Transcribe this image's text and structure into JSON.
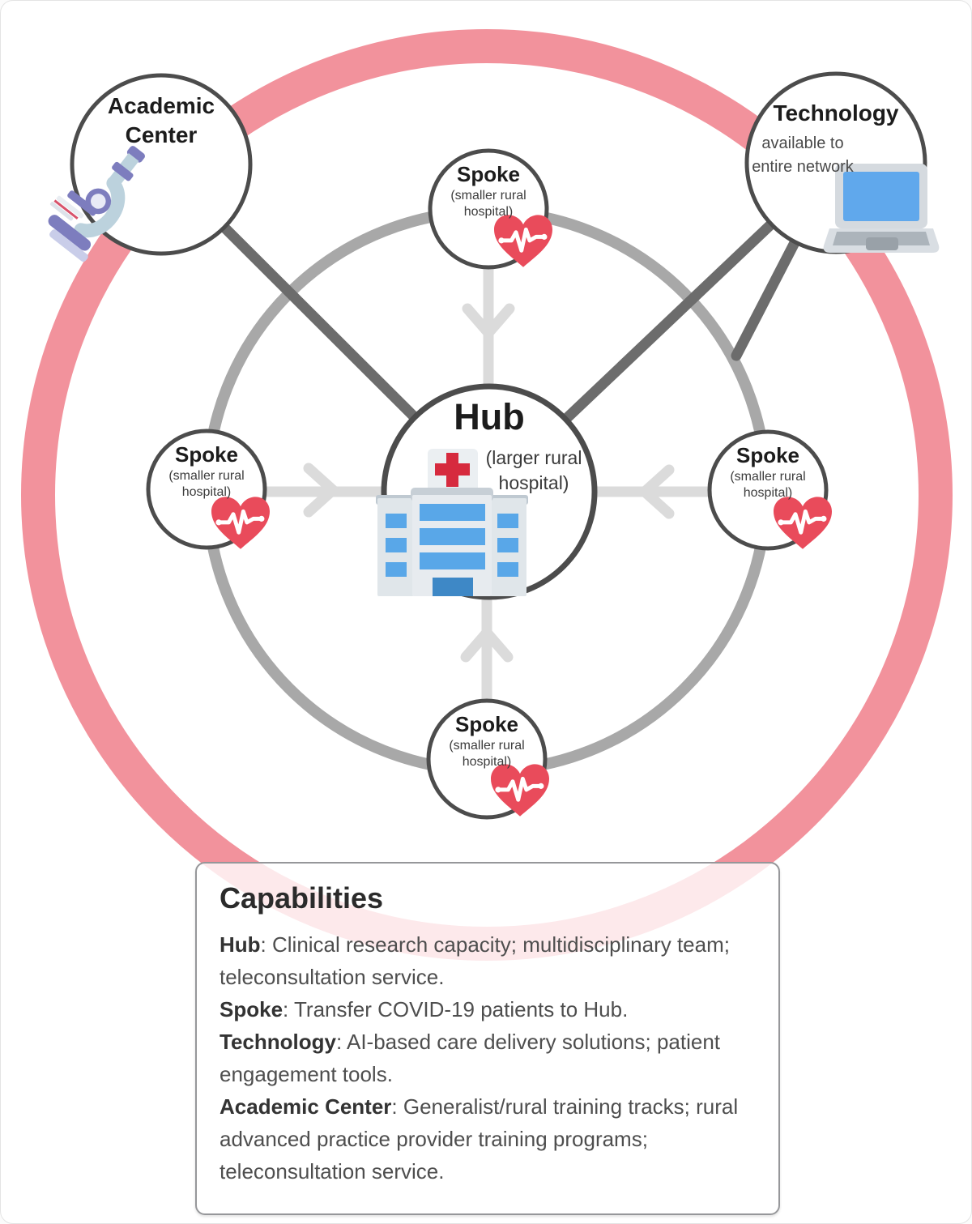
{
  "diagram": {
    "hub": {
      "title": "Hub",
      "subtitle": "(larger rural hospital)",
      "icon": "hospital-icon"
    },
    "spoke": {
      "title": "Spoke",
      "subtitle": "(smaller rural hospital)",
      "icon": "heart-ekg-icon"
    },
    "academic_center": {
      "title": "Academic Center",
      "icon": "microscope-icon"
    },
    "technology": {
      "title": "Technology",
      "subtitle": "available to entire network",
      "icon": "laptop-icon"
    }
  },
  "capabilities": {
    "title": "Capabilities",
    "items": [
      {
        "label": "Hub",
        "text": ": Clinical research capacity; multidisciplinary team; teleconsultation service."
      },
      {
        "label": "Spoke",
        "text": ": Transfer COVID-19 patients to Hub."
      },
      {
        "label": "Technology",
        "text": ": AI-based care delivery solutions; patient engagement tools."
      },
      {
        "label": "Academic Center",
        "text": ": Generalist/rural training tracks; rural advanced practice provider training programs; teleconsultation service."
      }
    ]
  },
  "colors": {
    "outer-ring": "#F2929C",
    "network-ring": "#A8A8A8",
    "connector": "#6C6C6C",
    "arrow": "#DBDBDB",
    "circle-border": "#4C4C4C",
    "heart-red": "#E94B5B",
    "cross-red": "#D62A3E",
    "window-blue": "#59A7E8",
    "screen-blue": "#60A8EC"
  }
}
